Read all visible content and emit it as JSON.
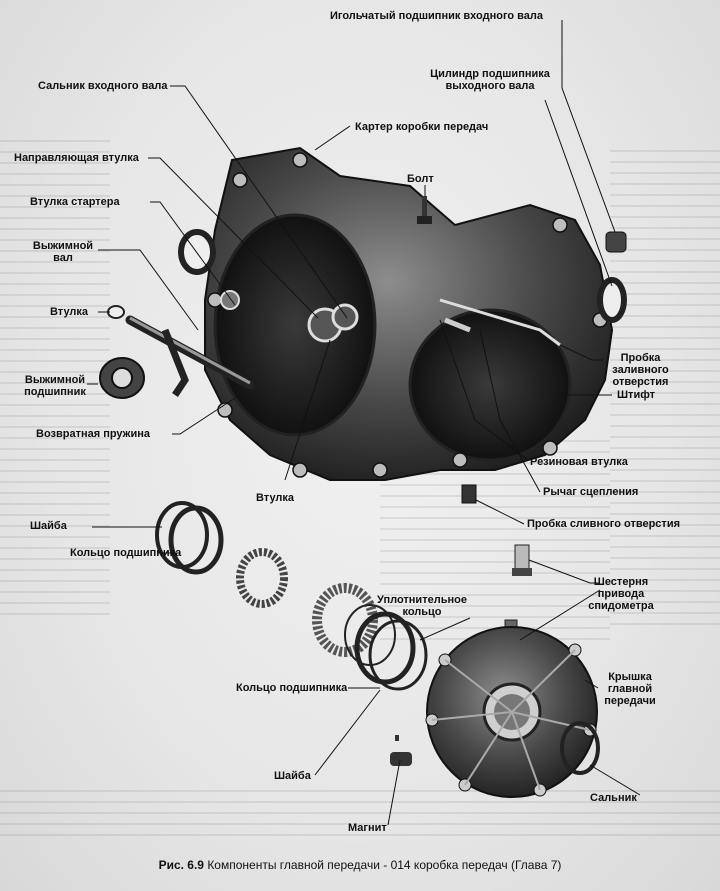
{
  "labels": {
    "needle_bearing": "Игольчатый подшипник входного вала",
    "bearing_cylinder": [
      "Цилиндр подшипника",
      "выходного вала"
    ],
    "input_seal": "Сальник входного вала",
    "housing": "Картер коробки передач",
    "guide_sleeve": "Направляющая втулка",
    "bolt": "Болт",
    "starter_bushing": "Втулка стартера",
    "release_shaft": [
      "Выжимной",
      "вал"
    ],
    "bushing": "Втулка",
    "release_bearing": [
      "Выжимной",
      "подшипник"
    ],
    "return_spring": "Возвратная пружина",
    "fill_plug": [
      "Пробка",
      "заливного",
      "отверстия"
    ],
    "pin": "Штифт",
    "rubber_bushing": "Резиновая втулка",
    "clutch_lever": "Рычаг сцепления",
    "drain_plug": "Пробка сливного отверстия",
    "bushing_lower": "Втулка",
    "washer": "Шайба",
    "bearing_ring": "Кольцо подшипника",
    "speedo_gear": [
      "Шестерня",
      "привода",
      "спидометра"
    ],
    "o_ring": [
      "Уплотнительное",
      "кольцо"
    ],
    "bearing_ring_lower": "Кольцо подшипника",
    "final_drive_cover": [
      "Крышка",
      "главной",
      "передачи"
    ],
    "washer_lower": "Шайба",
    "oil_seal": "Сальник",
    "magnet": "Магнит"
  },
  "caption": {
    "bold": "Рис. 6.9",
    "text": " Компоненты главной передачи - 014 коробка передач (Глава 7)"
  }
}
